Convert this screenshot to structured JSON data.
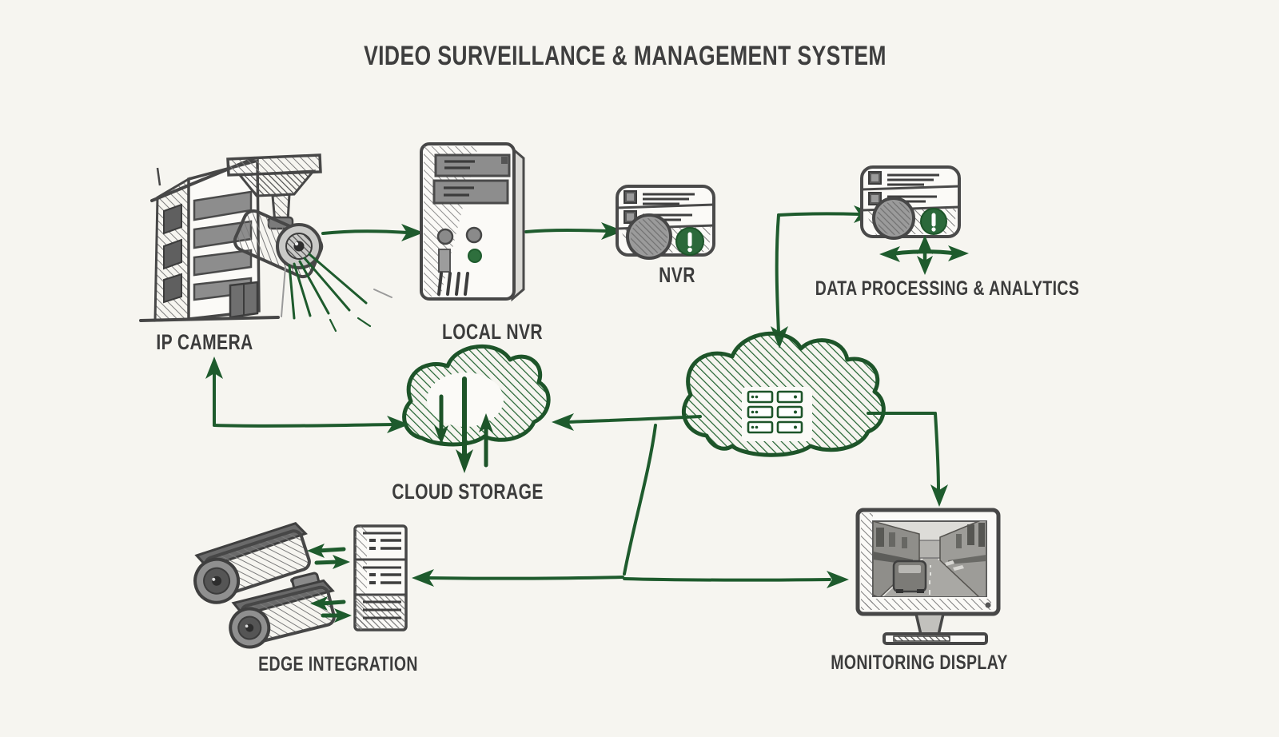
{
  "title": "VIDEO SURVEILLANCE & MANAGEMENT SYSTEM",
  "style": {
    "background": "#f6f5f0",
    "ink_gray": "#474747",
    "fill_gray": "#8d8d8d",
    "text_color": "#3c3c3c",
    "accent_green": "#1e5b2d",
    "badge_green": "#2b693a"
  },
  "nodes": {
    "ip_camera": {
      "label": "IP CAMERA",
      "icon": "building-cctv-camera-icon"
    },
    "local_nvr": {
      "label": "LOCAL NVR",
      "icon": "tower-computer-icon"
    },
    "nvr": {
      "label": "NVR",
      "icon": "server-alert-icon"
    },
    "data_processing": {
      "label": "DATA PROCESSING & ANALYTICS",
      "icon": "server-dataflow-icon"
    },
    "cloud": {
      "label": "",
      "icon": "cloud-servers-icon"
    },
    "cloud_storage": {
      "label": "CLOUD STORAGE",
      "icon": "cloud-transfer-icon"
    },
    "edge_integration": {
      "label": "EDGE INTEGRATION",
      "icon": "cameras-rack-icon"
    },
    "monitoring_display": {
      "label": "MONITORING DISPLAY",
      "icon": "street-monitor-icon"
    }
  },
  "connections": [
    {
      "from": "ip_camera",
      "to": "local_nvr",
      "arrow": "right"
    },
    {
      "from": "local_nvr",
      "to": "nvr",
      "arrow": "right"
    },
    {
      "from": "junction_top",
      "to": "data_processing",
      "arrow": "right"
    },
    {
      "from": "junction_top",
      "to": "cloud",
      "arrow": "down"
    },
    {
      "from": "cloud",
      "to": "cloud_storage",
      "arrow": "left"
    },
    {
      "from": "cloud_storage",
      "to": "ip_camera",
      "arrow": "up-and-right-bidirectional"
    },
    {
      "from": "cloud",
      "to": "monitoring_display",
      "arrow": "down"
    },
    {
      "from": "cloud",
      "to": "edge_integration",
      "arrow": "left"
    },
    {
      "from": "cloud",
      "to": "monitoring_display",
      "arrow": "right"
    },
    {
      "from": "edge_cameras",
      "to": "edge_server",
      "arrow": "bidirectional-pairs"
    }
  ]
}
